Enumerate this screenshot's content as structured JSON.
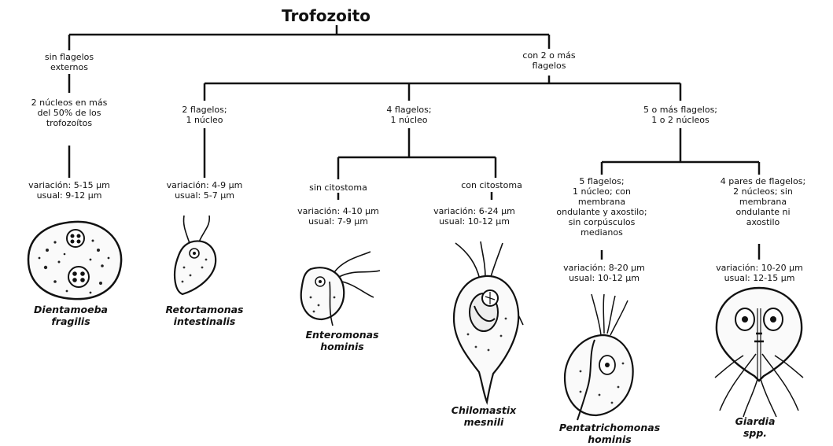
{
  "title": "Trofozoito",
  "branches": {
    "no_flagella": "sin flagelos\nexternos",
    "flagella": "con 2 o más\nflagelos"
  },
  "dientamoeba": {
    "criterion": "2 núcleos en más\ndel 50% de los\ntrofozoítos",
    "size": "variación: 5-15 µm\nusual: 9-12 µm",
    "name": "Dientamoeba\nfragilis"
  },
  "retortamonas": {
    "criterion": "2 flagelos;\n1 núcleo",
    "size": "variación: 4-9 µm\nusual: 5-7 µm",
    "name": "Retortamonas\nintestinalis"
  },
  "four_flagella": "4 flagelos;\n1 núcleo",
  "enteromonas": {
    "criterion": "sin citostoma",
    "size": "variación: 4-10 µm\nusual: 7-9 µm",
    "name": "Enteromonas\nhominis"
  },
  "chilomastix": {
    "criterion": "con citostoma",
    "size": "variación: 6-24 µm\nusual: 10-12 µm",
    "name": "Chilomastix\nmesnili"
  },
  "five_flagella": "5 o más flagelos;\n1 o 2 núcleos",
  "pentatrichomonas": {
    "criterion": "5 flagelos;\n1 núcleo; con\nmembrana\nondulante y axostilo;\nsin corpúsculos\nmedianos",
    "size": "variación: 8-20 µm\nusual: 10-12 µm",
    "name": "Pentatrichomonas\nhominis"
  },
  "giardia": {
    "criterion": "4 pares de flagelos;\n2 núcleos; sin\nmembrana\nondulante ni\naxostilo",
    "size": "variación: 10-20 µm\nusual: 12-15 µm",
    "name": "Giardia\nspp."
  }
}
